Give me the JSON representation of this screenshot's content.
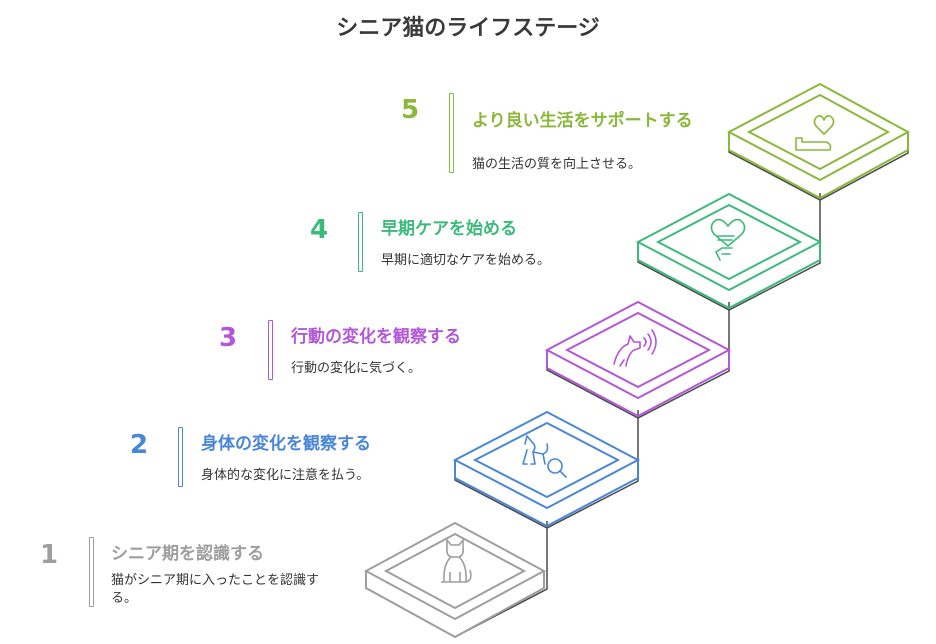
{
  "title": "シニア猫のライフステージ",
  "colors": {
    "stage1": "#9e9e9e",
    "stage2": "#4a86d8",
    "stage3": "#b157d8",
    "stage4": "#3cba7c",
    "stage5": "#8ab83a",
    "outline": "#4a4a4a"
  },
  "stages": [
    {
      "number": "1",
      "title": "シニア期を認識する",
      "description": "猫がシニア期に入ったことを認識する。",
      "icon": "sitting-cat-icon"
    },
    {
      "number": "2",
      "title": "身体の変化を観察する",
      "description": "身体的な変化に注意を払う。",
      "icon": "cat-magnifier-icon"
    },
    {
      "number": "3",
      "title": "行動の変化を観察する",
      "description": "行動の変化に気づく。",
      "icon": "cat-meow-icon"
    },
    {
      "number": "4",
      "title": "早期ケアを始める",
      "description": "早期に適切なケアを始める。",
      "icon": "hand-heart-icon"
    },
    {
      "number": "5",
      "title": "より良い生活をサポートする",
      "description": "猫の生活の質を向上させる。",
      "icon": "heart-bed-icon"
    }
  ]
}
